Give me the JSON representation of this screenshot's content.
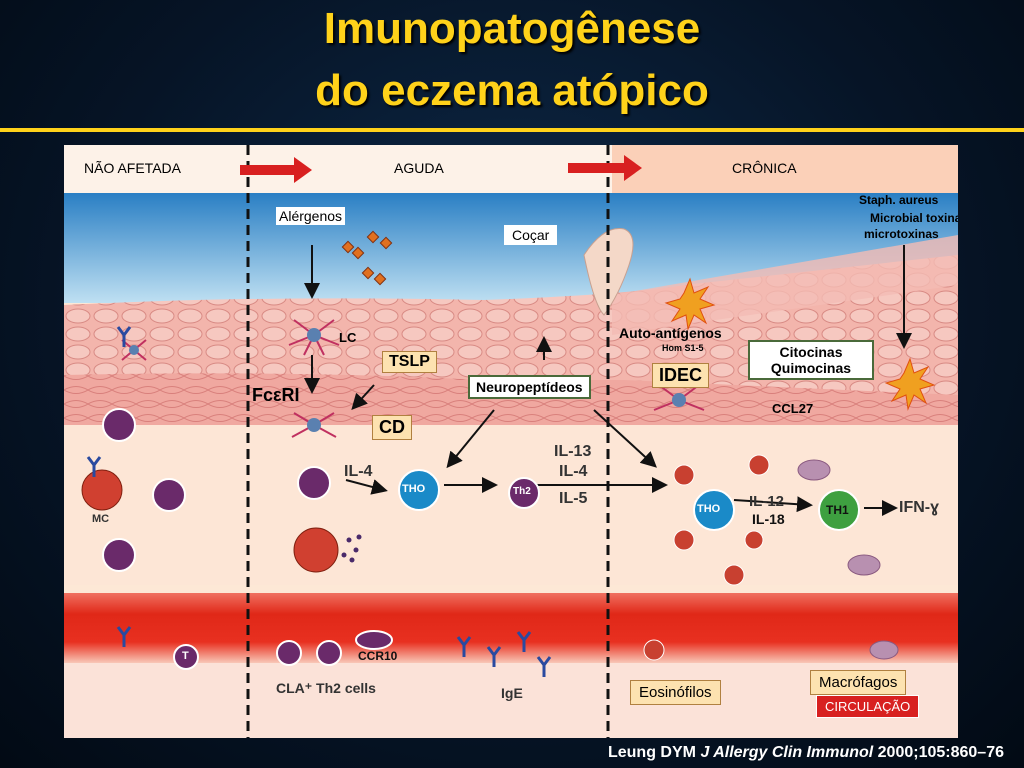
{
  "title": {
    "line1": "Imunopatogênese",
    "line2": "do eczema atópico"
  },
  "stages": {
    "left": "NÃO AFETADA",
    "middle": "AGUDA",
    "right": "CRÔNICA"
  },
  "labels": {
    "alergenos": "Alérgenos",
    "cocar": "Coçar",
    "staph": "Staph. aureus",
    "toxinas": "Microbial toxinas",
    "micro": "microtoxinas",
    "lc": "LC",
    "tslp": "TSLP",
    "fceri": "FcεRI",
    "cd": "CD",
    "neuropeptideos": "Neuropeptídeos",
    "autoantigenos": "Auto-antígenos",
    "homs": "Hom S1-5",
    "idec": "IDEC",
    "citocinas": "Citocinas",
    "quimocinas": "Quimocinas",
    "ccl27": "CCL27",
    "il4a": "IL-4",
    "il13": "IL-13",
    "il4b": "IL-4",
    "il5": "IL-5",
    "il12": "IL-12",
    "il18": "IL-18",
    "ifn": "IFN-ɣ",
    "tho1": "THO",
    "tho2": "THO",
    "th2": "Th2",
    "th1": "TH1",
    "mc": "MC",
    "ccr10": "CCR10",
    "cla": "CLA⁺ Th2 cells",
    "ige": "IgE",
    "eosinofilos": "Eosinófilos",
    "macrofagos": "Macrófagos",
    "circulacao": "CIRCULAÇÃO",
    "t": "T"
  },
  "citation": {
    "authors": "Leung DYM",
    "journal": "J Allergy Clin Immunol",
    "ref": "2000;105:860–76"
  }
}
